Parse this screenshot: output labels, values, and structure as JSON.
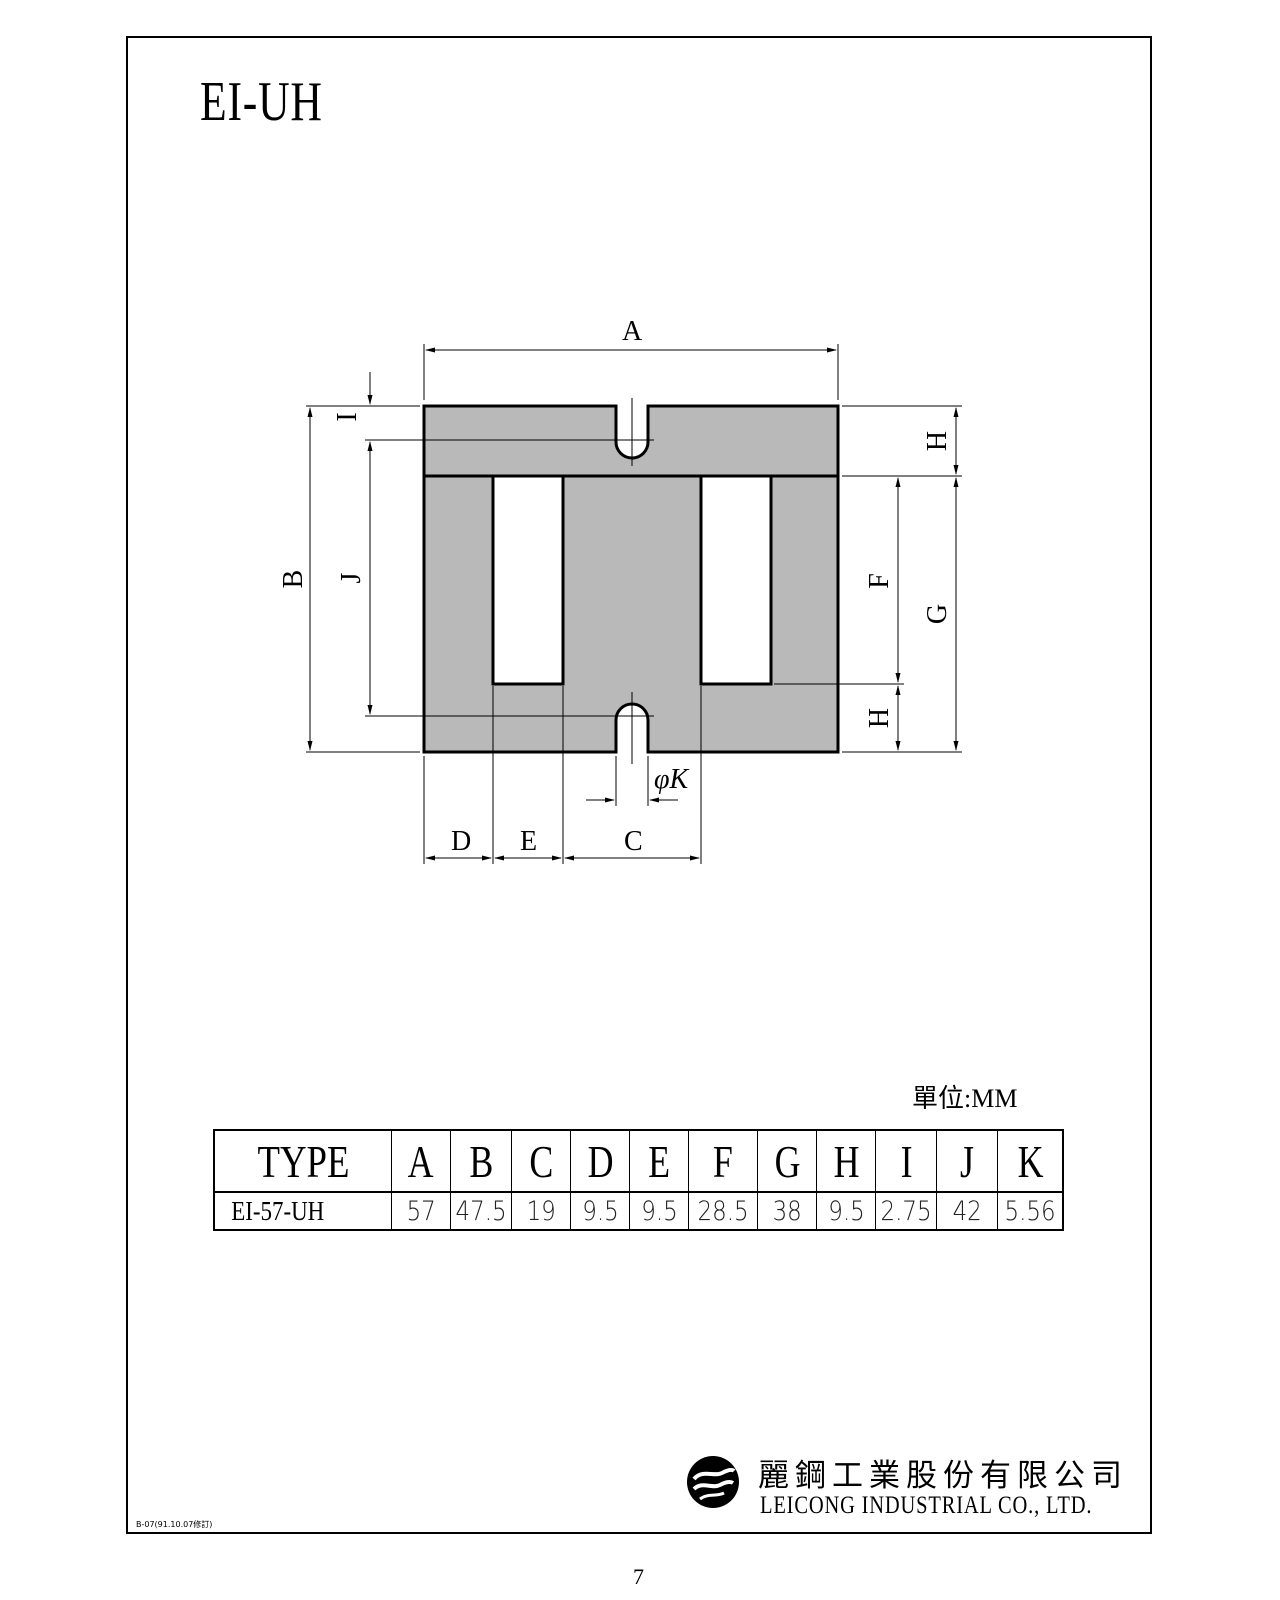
{
  "page": {
    "title": "EI-UH",
    "page_number": "7",
    "footnote": "B-07(91.10.07修訂)",
    "unit_label": "單位:MM"
  },
  "drawing": {
    "fill_color": "#b9b9b9",
    "labels": {
      "A": "A",
      "B": "B",
      "C": "C",
      "D": "D",
      "E": "E",
      "F": "F",
      "G": "G",
      "H_top": "H",
      "H_bottom": "H",
      "I": "I",
      "J": "J",
      "K": "φK"
    }
  },
  "table": {
    "headers": [
      "TYPE",
      "A",
      "B",
      "C",
      "D",
      "E",
      "F",
      "G",
      "H",
      "I",
      "J",
      "K"
    ],
    "rows": [
      [
        "EI-57-UH",
        "57",
        "47.5",
        "19",
        "9.5",
        "9.5",
        "28.5",
        "38",
        "9.5",
        "2.75",
        "42",
        "5.56"
      ]
    ]
  },
  "company": {
    "name_cn": "麗鋼工業股份有限公司",
    "name_en": "LEICONG INDUSTRIAL CO., LTD."
  }
}
